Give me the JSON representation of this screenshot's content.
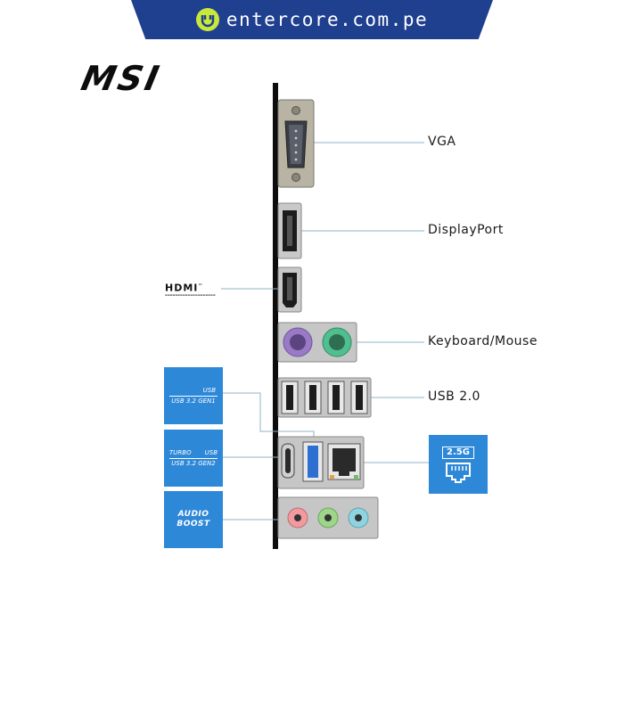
{
  "banner": {
    "site": "entercore.com.pe"
  },
  "brand": {
    "logo_text": "MSI"
  },
  "ports": {
    "vga": "VGA",
    "displayport": "DisplayPort",
    "keyboard_mouse": "Keyboard/Mouse",
    "usb2": "USB 2.0"
  },
  "hdmi": {
    "logo": "HDMI",
    "tm": "™"
  },
  "badges": {
    "usb_gen1": {
      "usb": "USB",
      "line": "USB 3.2 GEN1"
    },
    "usb_gen2": {
      "turbo": "TURBO",
      "usb": "USB",
      "line": "USB 3.2 GEN2"
    },
    "audio": {
      "line1": "AUDIO",
      "line2": "BOOST"
    }
  },
  "lan": {
    "tag": "2.5G",
    "icon": "ethernet-port-icon"
  },
  "colors": {
    "banner": "#1f3f8f",
    "banner_accent": "#c8e93b",
    "badge_blue": "#2e88d8",
    "ps2_keyboard": "#9a7ac6",
    "ps2_mouse": "#4fbf8f",
    "audio_pink": "#f19aa0",
    "audio_green": "#9ed58a",
    "audio_blue": "#8fd3e0",
    "usb3_blue": "#2c6fd1",
    "leader_line": "#8fb3c9"
  }
}
